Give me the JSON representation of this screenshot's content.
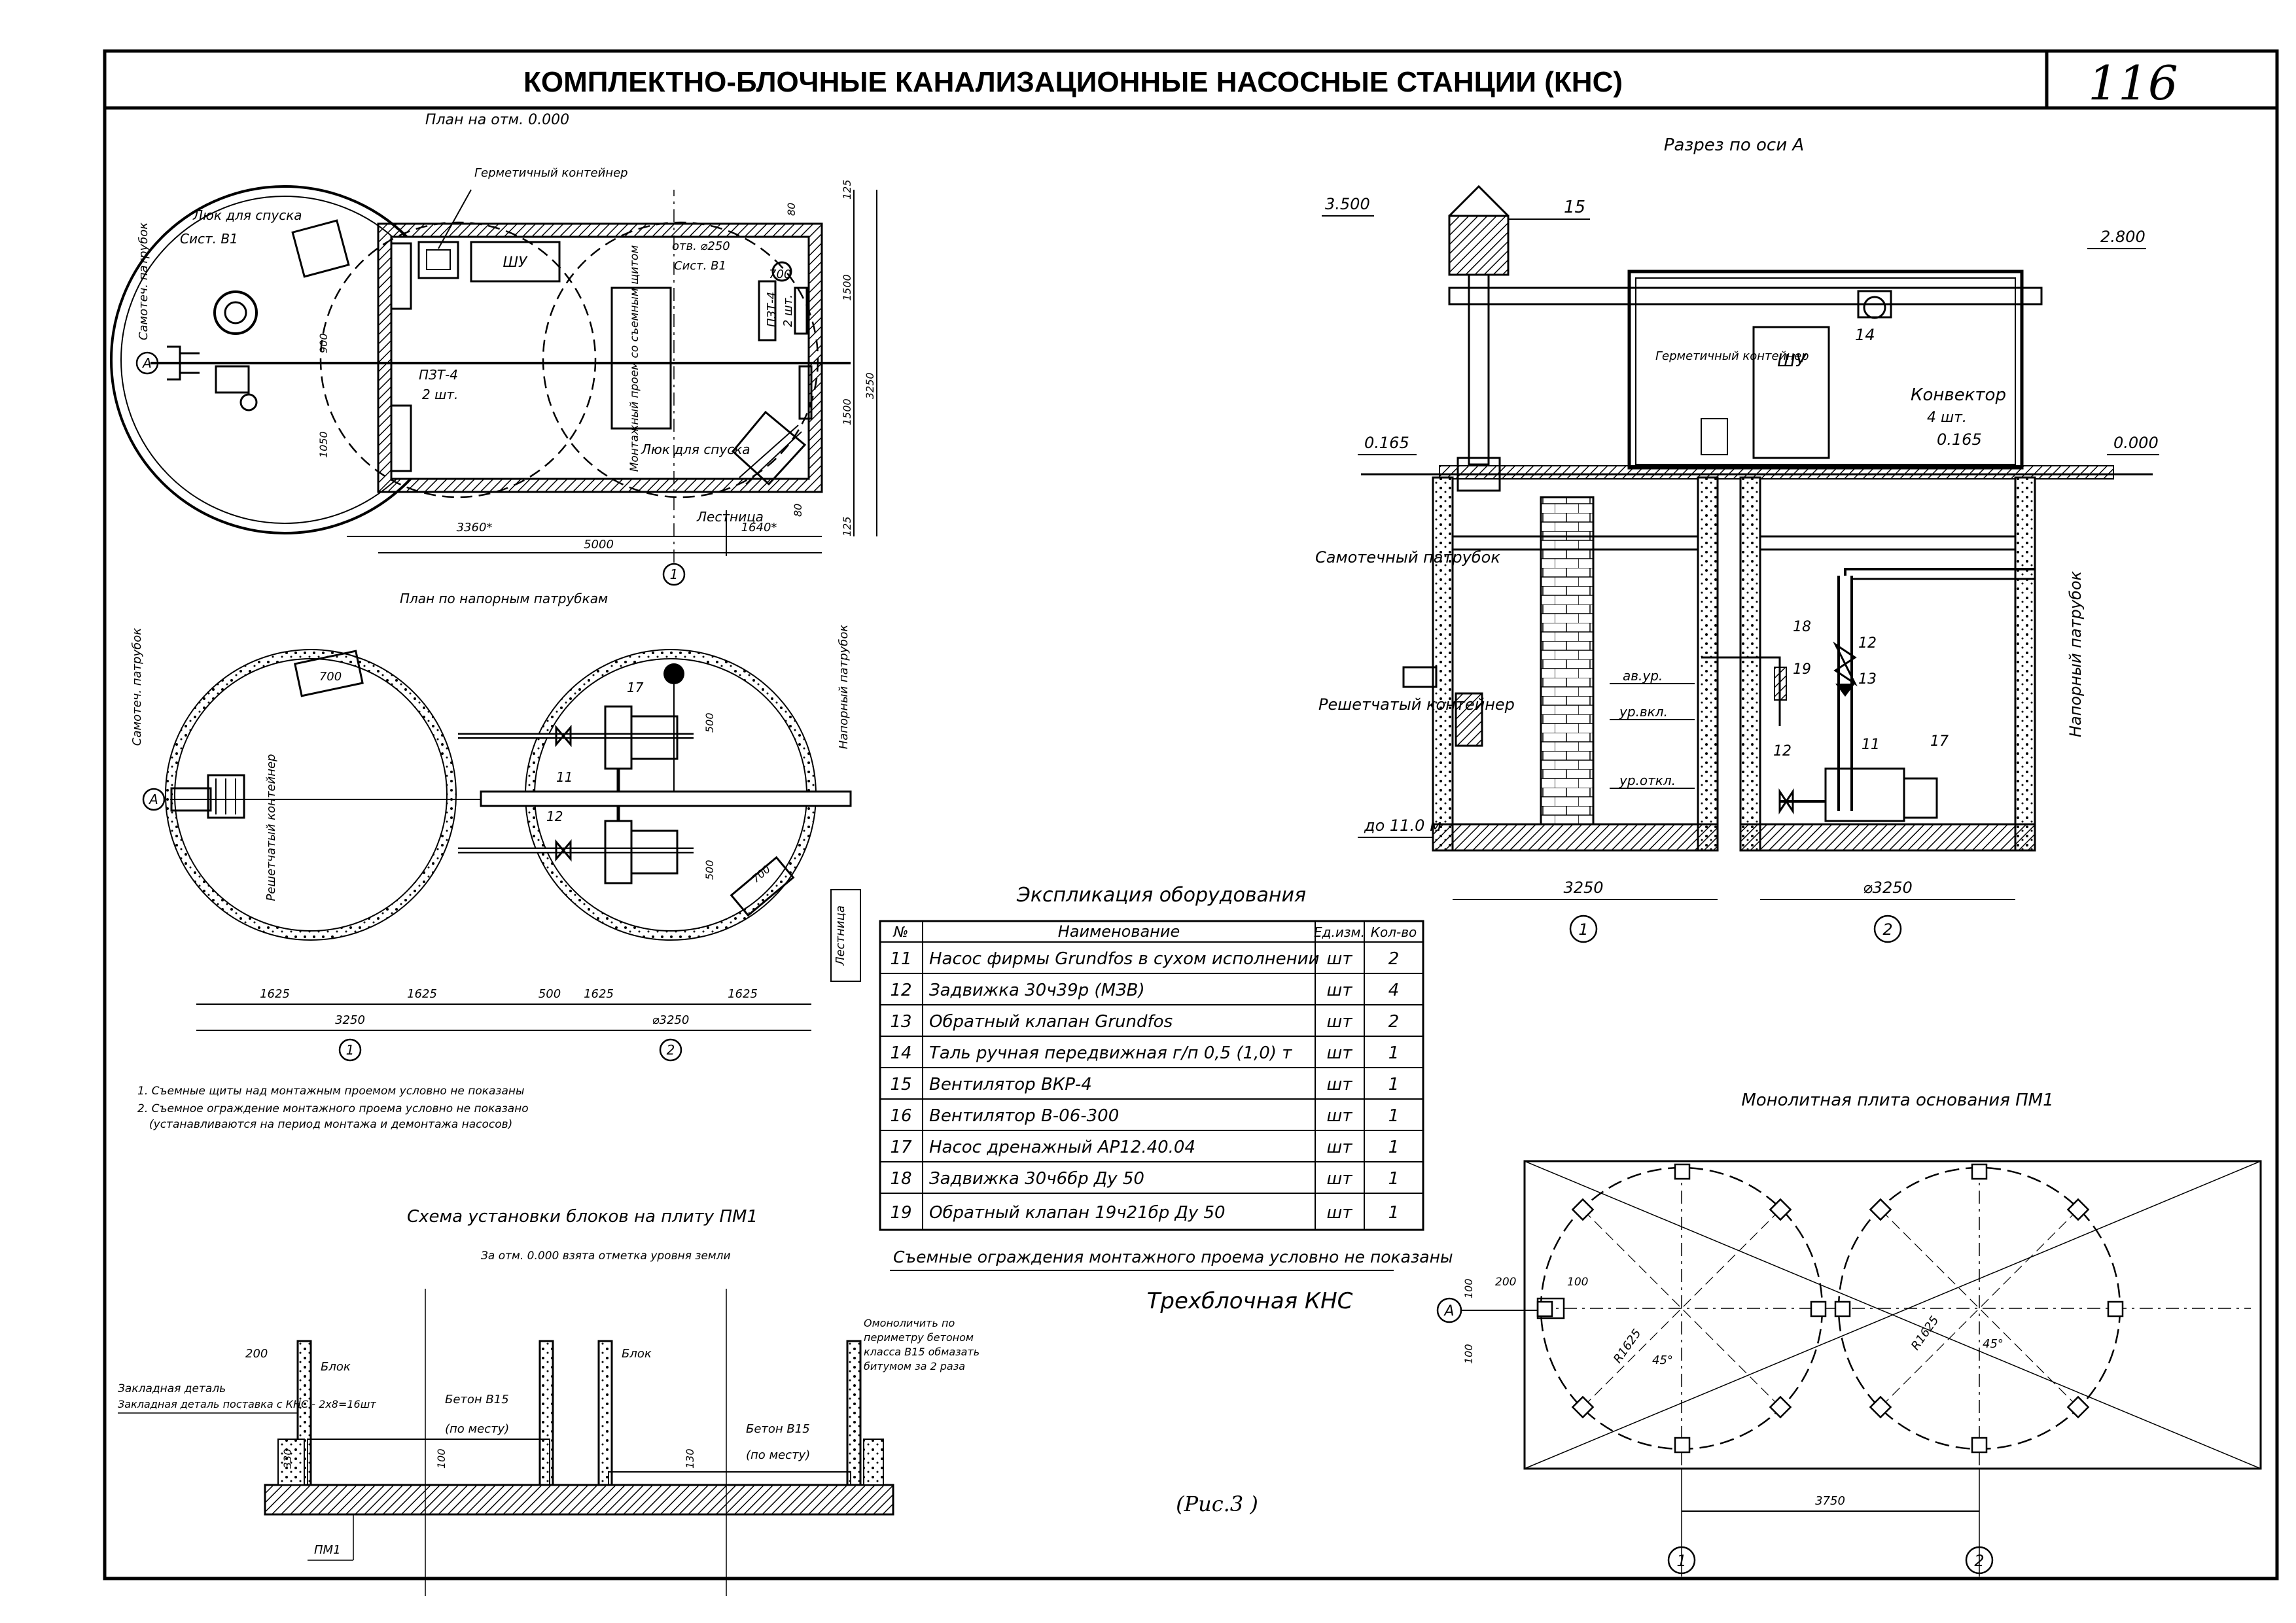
{
  "header": {
    "title": "КОМПЛЕКТНО-БЛОЧНЫЕ КАНАЛИЗАЦИОННЫЕ НАСОСНЫЕ СТАНЦИИ (КНС)",
    "sheet_number": "116"
  },
  "plan_top": {
    "title": "План на отм. 0.000",
    "labels": {
      "container": "Герметичный контейнер",
      "hatch1": "Люк для спуска",
      "sist": "Сист. В1",
      "shu": "ШУ",
      "otv": "отв. ⌀250",
      "sist_b1": "Сист. В1",
      "pzt1": "ПЗТ-4",
      "pzt1_qty": "2 шт.",
      "pzt2": "ПЗТ-4",
      "pzt2_qty": "2 шт.",
      "mount_opening": "Монтажный проем со съемным щитом",
      "hatch2": "Люк для спуска",
      "ladder": "Лестница",
      "gravity_pipe": "Самотеч. патрубок",
      "axis_a": "А",
      "axis_1": "1"
    },
    "dims": {
      "d3360": "3360*",
      "d1640": "1640*",
      "d5000": "5000",
      "d3250": "3250",
      "d1500a": "1500",
      "d1500b": "1500",
      "d125a": "125",
      "d125b": "125",
      "d80a": "80",
      "d80b": "80",
      "d900": "900",
      "d1050": "1050",
      "d700": "700"
    }
  },
  "plan_pipes": {
    "title": "План по напорным патрубкам",
    "labels": {
      "gravity_pipe": "Самотеч. патрубок",
      "pressure_pipe": "Напорный патрубок",
      "screen": "Решетчатый контейнер",
      "ladder": "Лестница",
      "i11": "11",
      "i12": "12",
      "i17": "17",
      "axis_a": "А",
      "axis_1": "1",
      "axis_2": "2"
    },
    "dims": {
      "d700a": "700",
      "d700b": "700",
      "d500a": "500",
      "d500b": "500",
      "d1625a": "1625",
      "d1625b": "1625",
      "d500c": "500",
      "d1625c": "1625",
      "d1625d": "1625",
      "d3250": "3250",
      "d3250dia": "⌀3250"
    },
    "notes": [
      "1. Съемные щиты над монтажным проемом условно не показаны",
      "2. Съемное ограждение монтажного проема условно не показано",
      "(устанавливаются на период монтажа и демонтажа насосов)"
    ]
  },
  "section": {
    "title": "Разрез по оси А",
    "labels": {
      "elev_3500": "3.500",
      "elev_2800": "2.800",
      "elev_0165a": "0.165",
      "elev_0165b": "0.165",
      "elev_000": "0.000",
      "elev_bottom": "до 11.0 м",
      "i15": "15",
      "i14": "14",
      "container": "Герметичный контейнер",
      "shu": "ШУ",
      "convector": "Конвектор",
      "convector_qty": "4 шт.",
      "gravity_pipe": "Самотечный патрубок",
      "screen": "Решетчатый контейнер",
      "pressure_pipe": "Напорный патрубок",
      "ob_ur": "ав.ур.",
      "ur_vkl": "ур.вкл.",
      "ur_otkl": "ур.откл.",
      "i18": "18",
      "i19": "19",
      "i12a": "12",
      "i13": "13",
      "i12b": "12",
      "i11": "11",
      "i17": "17",
      "d3250": "3250",
      "d3250dia": "⌀3250",
      "axis_1": "1",
      "axis_2": "2"
    }
  },
  "equipment_table": {
    "title": "Экспликация оборудования",
    "headers": [
      "№",
      "Наименование",
      "Ед.изм.",
      "Кол-во"
    ],
    "rows": [
      [
        "11",
        "Насос фирмы Grundfos в сухом исполнении",
        "шт",
        "2"
      ],
      [
        "12",
        "Задвижка 30ч39р (МЗВ)",
        "шт",
        "4"
      ],
      [
        "13",
        "Обратный клапан Grundfos",
        "шт",
        "2"
      ],
      [
        "14",
        "Таль ручная передвижная г/п 0,5 (1,0) т",
        "шт",
        "1"
      ],
      [
        "15",
        "Вентилятор ВКР-4",
        "шт",
        "1"
      ],
      [
        "16",
        "Вентилятор В-06-300",
        "шт",
        "1"
      ],
      [
        "17",
        "Насос дренажный АР12.40.04",
        "шт",
        "1"
      ],
      [
        "18",
        "Задвижка 30ч6бр Ду 50",
        "шт",
        "1"
      ],
      [
        "19",
        "Обратный клапан 19ч21бр Ду 50",
        "шт",
        "1"
      ]
    ],
    "footnote": "Съемные ограждения монтажного проема условно не показаны",
    "caption": "Трехблочная КНС"
  },
  "block_scheme": {
    "title": "Схема установки блоков на плиту ПМ1",
    "note_top": "За отм. 0.000 взята отметка уровня земли",
    "labels": {
      "block1": "Блок",
      "block2": "Блок",
      "embed": "Закладная деталь поставка с КНС - 2х8=16шт",
      "beton1": "Бетон В15",
      "beton1b": "(по месту)",
      "beton2": "Бетон В15",
      "beton2b": "(по месту)",
      "waterproof": "Омоноличить по периметру бетоном класса В15 обмазать битумом за 2 раза",
      "pm1": "ПМ1",
      "d200": "200",
      "d330": "330",
      "d100": "100",
      "d130": "130"
    },
    "figure_caption": "(Рис.3 )"
  },
  "base_plate": {
    "title": "Монолитная плита основания ПМ1",
    "labels": {
      "d200": "200",
      "d100a": "100",
      "d100b": "100",
      "d100c": "100",
      "r1": "R1625",
      "r2": "R1625",
      "a1": "45°",
      "a2": "45°",
      "d3750": "3750",
      "axis_a": "А",
      "axis_1": "1",
      "axis_2": "2"
    }
  }
}
